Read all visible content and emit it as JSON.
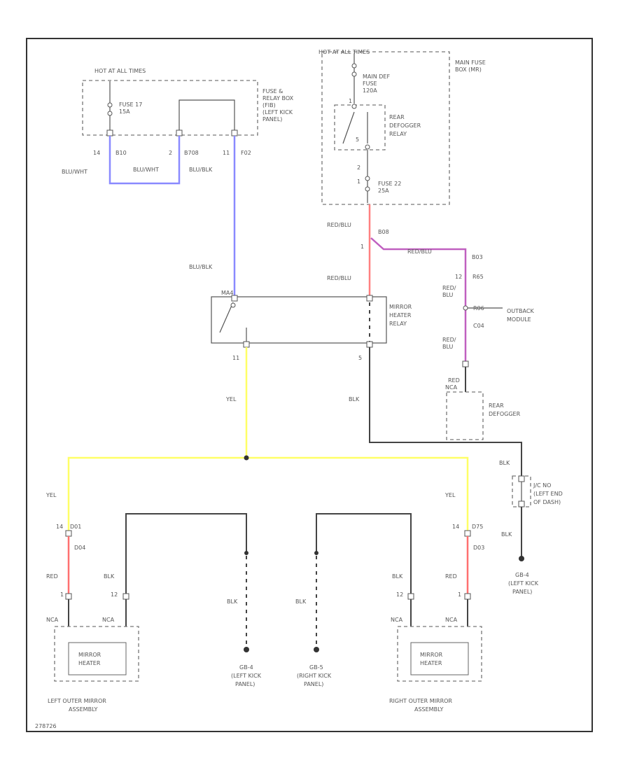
{
  "colors": {
    "blu_wht": "#8a8aff",
    "blu_blk": "#8a8aff",
    "red_blu": "#ff8080",
    "red_blu_violet": "#c060c0",
    "yel": "#ffff66",
    "red": "#ff7070",
    "blk": "#444444"
  },
  "components": {
    "hot_at_all_times_left": "HOT AT ALL TIMES",
    "fuse_17": "FUSE 17",
    "fuse_17_rating": "15A",
    "fuse_relay_box_1": "FUSE &",
    "fuse_relay_box_2": "RELAY BOX",
    "fuse_relay_box_3": "(FIB)",
    "fuse_relay_box_4": "(LEFT KICK",
    "fuse_relay_box_5": "PANEL)",
    "hot_at_all_times_right": "HOT AT ALL TIMES",
    "main_def_fuse_1": "MAIN DEF",
    "main_def_fuse_2": "FUSE",
    "main_def_fuse_3": "120A",
    "main_fuse_box_1": "MAIN FUSE",
    "main_fuse_box_2": "BOX (MR)",
    "rear_def_relay_1": "REAR",
    "rear_def_relay_2": "DEFOGGER",
    "rear_def_relay_3": "RELAY",
    "fuse_22": "FUSE 22",
    "fuse_22_rating": "25A",
    "mirror_heater_relay_1": "MIRROR",
    "mirror_heater_relay_2": "HEATER",
    "mirror_heater_relay_3": "RELAY",
    "outback_module_1": "OUTBACK",
    "outback_module_2": "MODULE",
    "rear_defogger_1": "REAR",
    "rear_defogger_2": "DEFOGGER",
    "jc_1": "J/C NO",
    "jc_2": "(LEFT END",
    "jc_3": "OF DASH)",
    "gb4_left_kick_1": "GB-4",
    "gb4_left_kick_2": "(LEFT KICK",
    "gb4_left_kick_3": "PANEL)",
    "gb4_bottom_left_1": "GB-4",
    "gb4_bottom_left_2": "(LEFT KICK",
    "gb4_bottom_left_3": "PANEL)",
    "gb5_right_kick_1": "GB-5",
    "gb5_right_kick_2": "(RIGHT KICK",
    "gb5_right_kick_3": "PANEL)",
    "mirror_heater_left_1": "MIRROR",
    "mirror_heater_left_2": "HEATER",
    "mirror_heater_right_1": "MIRROR",
    "mirror_heater_right_2": "HEATER",
    "left_mirror_assy_1": "LEFT OUTER MIRROR",
    "left_mirror_assy_2": "ASSEMBLY",
    "right_mirror_assy_1": "RIGHT OUTER MIRROR",
    "right_mirror_assy_2": "ASSEMBLY",
    "figure_id": "278726"
  },
  "wires": {
    "blu_wht_1": "BLU/WHT",
    "blu_wht_2": "BLU/WHT",
    "blu_blk_1": "BLU/BLK",
    "blu_blk_2": "BLU/BLK",
    "red_blu_1": "RED/BLU",
    "red_blu_2": "RED/BLU",
    "red_blu_3": "RED/BLU",
    "red_blu_4a": "RED/",
    "red_blu_4b": "BLU",
    "red_blu_5a": "RED/",
    "red_blu_5b": "BLU",
    "yel_main": "YEL",
    "yel_left": "YEL",
    "yel_right": "YEL",
    "blk_relay": "BLK",
    "blk_jc_1": "BLK",
    "blk_jc_2": "BLK",
    "blk_left_mirror": "BLK",
    "blk_gb4": "BLK",
    "blk_gb5": "BLK",
    "blk_right_mirror": "BLK",
    "red_left": "RED",
    "red_right": "RED",
    "red_lbl_rdefog": "RED"
  },
  "connectors": {
    "p14": "14",
    "b10": "B10",
    "p2": "2",
    "b708": "B708",
    "p11": "11",
    "f02": "F02",
    "pr1": "1",
    "pr5": "5",
    "pr2": "2",
    "pr1b": "1",
    "b08": "B08",
    "p1": "1",
    "b03": "B03",
    "p12": "12",
    "r65": "R65",
    "r06": "R06",
    "c04": "C04",
    "nca_rd": "NCA",
    "ma4": "MA4",
    "p11b": "11",
    "p5": "5",
    "p14l": "14",
    "d01l": "D01",
    "d04": "D04",
    "d03": "D03",
    "p14r": "14",
    "d75": "D75",
    "p1l": "1",
    "p12l": "12",
    "nca_l1": "NCA",
    "nca_l2": "NCA",
    "p12r": "12",
    "p1r": "1",
    "nca_r1": "NCA",
    "nca_r2": "NCA"
  }
}
